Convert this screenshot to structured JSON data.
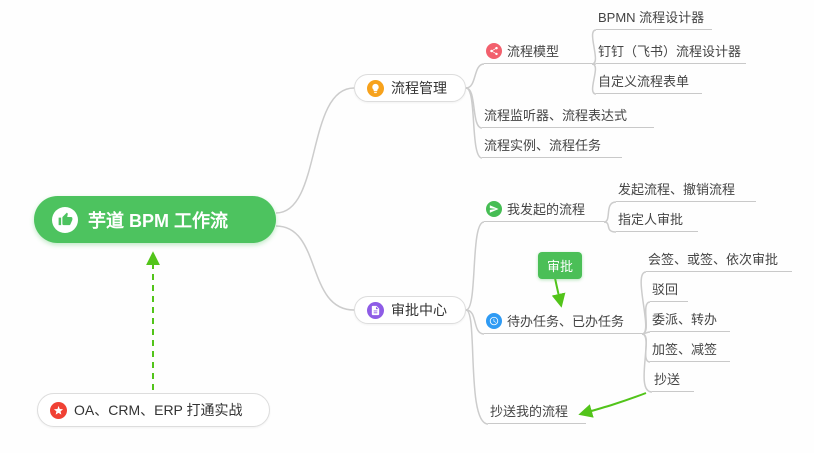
{
  "mindmap": {
    "root": "芋道 BPM 工作流",
    "process_mgmt": "流程管理",
    "process_model": "流程模型",
    "bpmn_designer": "BPMN 流程设计器",
    "dingtalk_designer": "钉钉（飞书）流程设计器",
    "custom_form": "自定义流程表单",
    "listener_expr": "流程监听器、流程表达式",
    "instance_task": "流程实例、流程任务",
    "approval_center": "审批中心",
    "my_initiated": "我发起的流程",
    "initiate_cancel": "发起流程、撤销流程",
    "assignee_approval": "指定人审批",
    "approval_badge": "审批",
    "todo_done": "待办任务、已办任务",
    "countersign": "会签、或签、依次审批",
    "reject": "驳回",
    "delegate_transfer": "委派、转办",
    "add_reduce_sign": "加签、减签",
    "cc": "抄送",
    "cc_my_process": "抄送我的流程",
    "oa_integration": "OA、CRM、ERP 打通实战"
  },
  "icons": {
    "root": "thumbs-up-icon",
    "process_mgmt": "lightbulb-icon",
    "process_model": "share-nodes-icon",
    "approval_center": "document-icon",
    "my_initiated": "send-icon",
    "todo_done": "clock-icon",
    "oa_integration": "star-icon"
  },
  "colors": {
    "root_bg": "#4dc35f",
    "edge_gray": "#cccccc",
    "arrow_green": "#52c41a",
    "badge_bg": "#4bbf57",
    "icon_process_mgmt": "#f7a21c",
    "icon_process_model": "#f2606d",
    "icon_approval_center": "#8e5ce6",
    "icon_my_initiated": "#46bd54",
    "icon_todo_done": "#2f9bf4",
    "icon_oa_star": "#f04134"
  }
}
